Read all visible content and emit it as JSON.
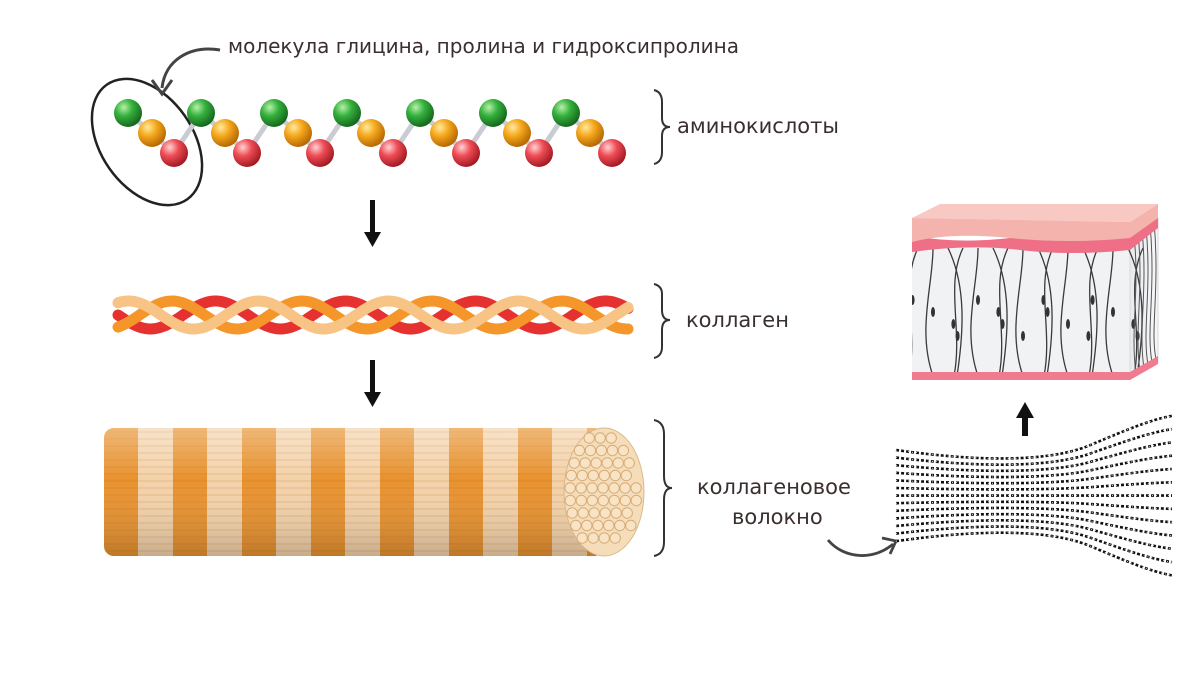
{
  "labels": {
    "molecule_note": "молекула глицина, пролина и гидроксипролина",
    "amino_acids": "аминокислоты",
    "collagen": "коллаген",
    "fiber_line1": "коллагеновое",
    "fiber_line2": "волокно"
  },
  "colors": {
    "green": "#2fa83a",
    "orange": "#f2a01a",
    "red": "#e8404a",
    "text": "#3a2f2f",
    "skin_pink": "#f07a8e",
    "fiber_orange": "#e8922f",
    "fiber_light": "#f3d2aa"
  }
}
